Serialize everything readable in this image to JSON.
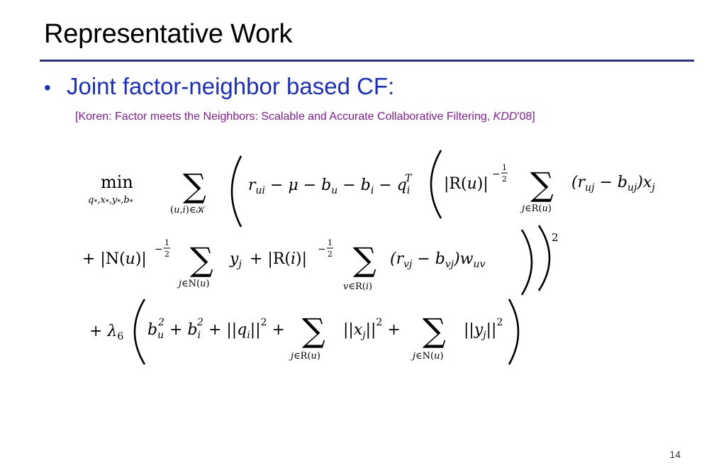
{
  "slide": {
    "title": "Representative Work",
    "bullet_symbol": "•",
    "bullet_text": "Joint factor-neighbor based CF:",
    "citation": {
      "prefix": "[Koren: Factor meets the Neighbors: Scalable and Accurate Collaborative Filtering, ",
      "venue": "KDD",
      "suffix": "'08]"
    },
    "page_number": "14"
  },
  "equation": {
    "operator": "min",
    "operator_subscript": "q*,x*,y*,b*",
    "line1_sum_subscript": "(u,i)∈𝒦",
    "line1_terms": "r_ui − μ − b_u − b_i − q_i^T",
    "line1_norm": "|R(u)|^(−1/2)",
    "line1_inner_sum_subscript": "j∈R(u)",
    "line1_inner_term": "(r_uj − b_uj)x_j",
    "line2_norm_n": "+ |N(u)|^(−1/2)",
    "line2_sum1_subscript": "j∈N(u)",
    "line2_sum1_term": "y_j",
    "line2_norm_r": "+ |R(i)|^(−1/2)",
    "line2_sum2_subscript": "v∈R(i)",
    "line2_sum2_term": "(r_vj − b_vj)w_uv",
    "line2_power": "2",
    "line3_lambda": "+ λ6",
    "line3_terms": "b_u^2 + b_i^2 + ||q_i||^2",
    "line3_sum1_subscript": "j∈R(u)",
    "line3_sum1_term": "||x_j||^2",
    "line3_sum2_subscript": "j∈N(u)",
    "line3_sum2_term": "||y_j||^2"
  },
  "colors": {
    "title": "#000000",
    "rule": "#2e3192",
    "bullet": "#1a2ecc",
    "citation": "#8b1a9e"
  }
}
